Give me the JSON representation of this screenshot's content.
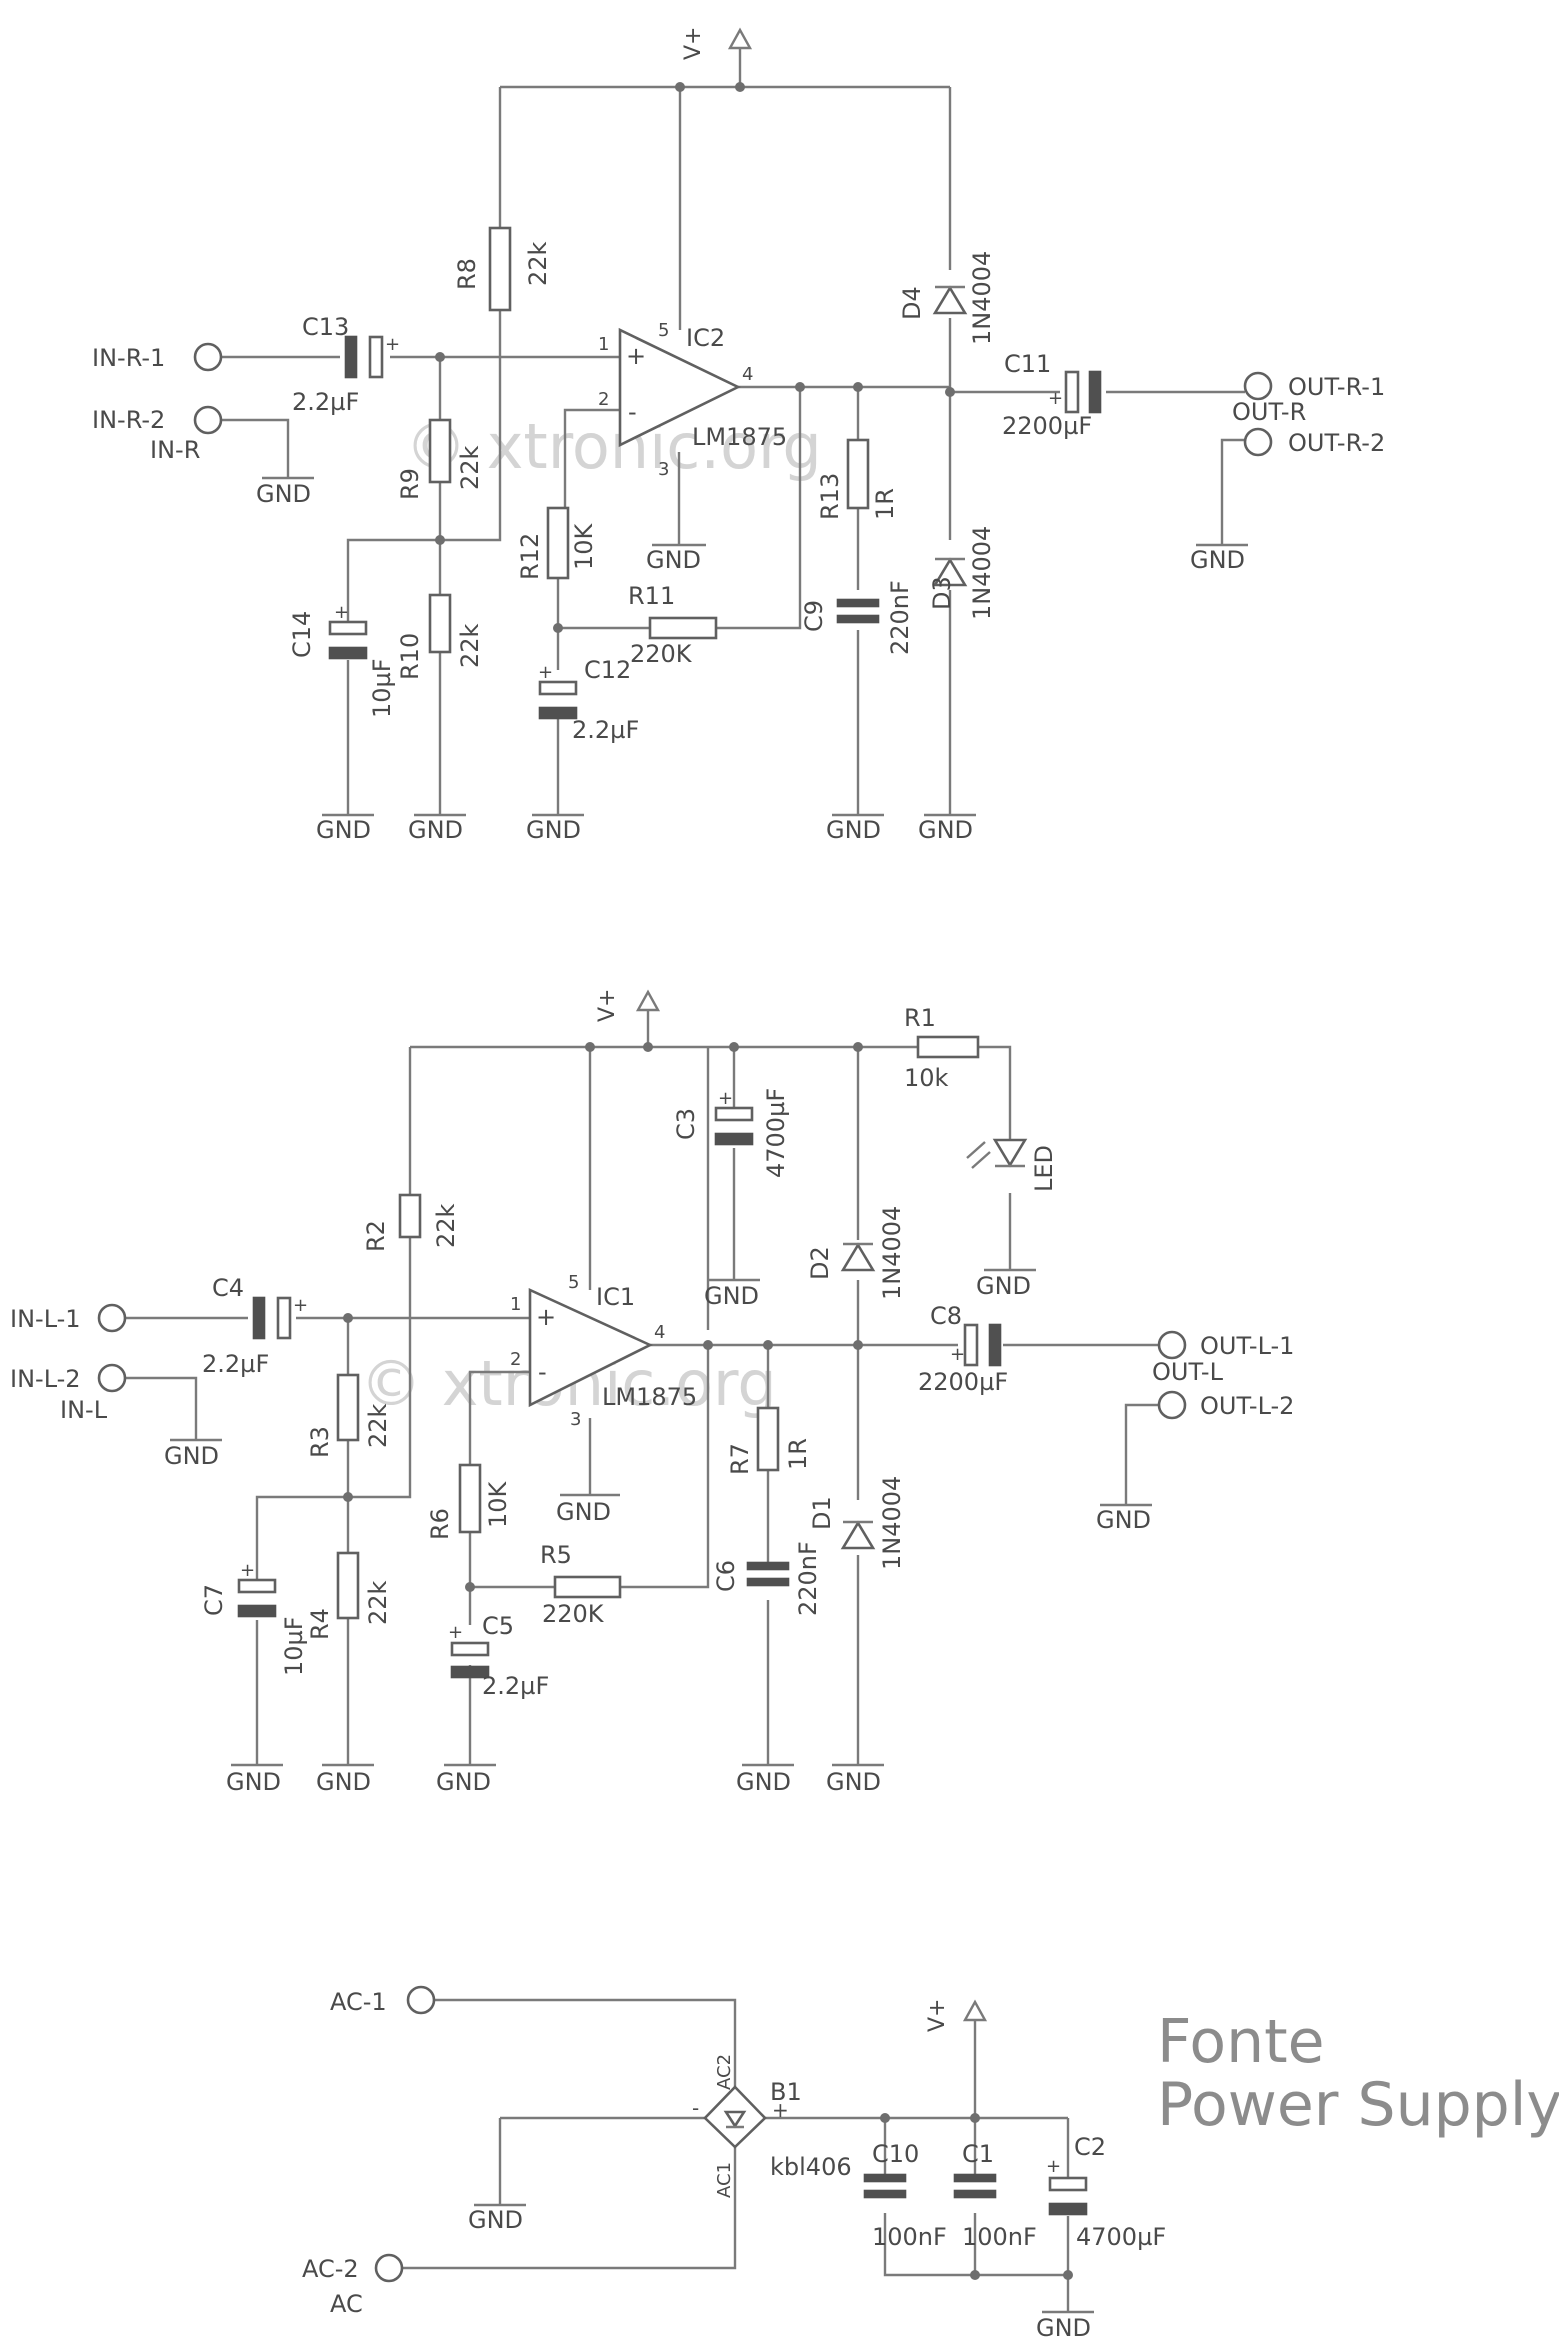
{
  "watermark": "© xtronic.org",
  "title": {
    "line1": "Fonte",
    "line2": "Power Supply"
  },
  "common": {
    "vplus": "V+",
    "gnd": "GND",
    "pin_1": "1",
    "pin_2": "2",
    "pin_3": "3",
    "pin_4": "4",
    "pin_5": "5",
    "plus": "+",
    "minus": "-"
  },
  "right": {
    "ic": "IC2",
    "ic_value": "LM1875",
    "in1": "IN-R-1",
    "in2": "IN-R-2",
    "in": "IN-R",
    "out1": "OUT-R-1",
    "out2": "OUT-R-2",
    "out": "OUT-R",
    "c_in": "C13",
    "c_in_val": "2.2µF",
    "r_top": "R8",
    "r_top_val": "22k",
    "r_mid": "R9",
    "r_mid_val": "22k",
    "r_bot": "R10",
    "r_bot_val": "22k",
    "c_bias": "C14",
    "c_bias_val": "10µF",
    "r_fb": "R12",
    "r_fb_val": "10K",
    "r_fb2": "R11",
    "r_fb2_val": "220K",
    "c_fb": "C12",
    "c_fb_val": "2.2µF",
    "r_zob": "R13",
    "r_zob_val": "1R",
    "c_zob": "C9",
    "c_zob_val": "220nF",
    "d_top": "D4",
    "d_top_val": "1N4004",
    "d_bot": "D3",
    "d_bot_val": "1N4004",
    "c_out": "C11",
    "c_out_val": "2200µF"
  },
  "left": {
    "ic": "IC1",
    "ic_value": "LM1875",
    "in1": "IN-L-1",
    "in2": "IN-L-2",
    "in": "IN-L",
    "out1": "OUT-L-1",
    "out2": "OUT-L-2",
    "out": "OUT-L",
    "c_in": "C4",
    "c_in_val": "2.2µF",
    "r_top": "R2",
    "r_top_val": "22k",
    "r_mid": "R3",
    "r_mid_val": "22k",
    "r_bot": "R4",
    "r_bot_val": "22k",
    "c_bias": "C7",
    "c_bias_val": "10µF",
    "r_fb": "R6",
    "r_fb_val": "10K",
    "r_fb2": "R5",
    "r_fb2_val": "220K",
    "c_fb": "C5",
    "c_fb_val": "2.2µF",
    "r_zob": "R7",
    "r_zob_val": "1R",
    "c_zob": "C6",
    "c_zob_val": "220nF",
    "d_top": "D2",
    "d_top_val": "1N4004",
    "d_bot": "D1",
    "d_bot_val": "1N4004",
    "c_out": "C8",
    "c_out_val": "2200µF",
    "c_bulk": "C3",
    "c_bulk_val": "4700µF",
    "r_led": "R1",
    "r_led_val": "10k",
    "led": "LED"
  },
  "supply": {
    "ac1": "AC-1",
    "ac2": "AC-2",
    "ac": "AC",
    "bridge": "B1",
    "bridge_val": "kbl406",
    "pin_ac1": "AC1",
    "pin_ac2": "AC2",
    "c10": "C10",
    "c10_val": "100nF",
    "c1": "C1",
    "c1_val": "100nF",
    "c2": "C2",
    "c2_val": "4700µF"
  }
}
